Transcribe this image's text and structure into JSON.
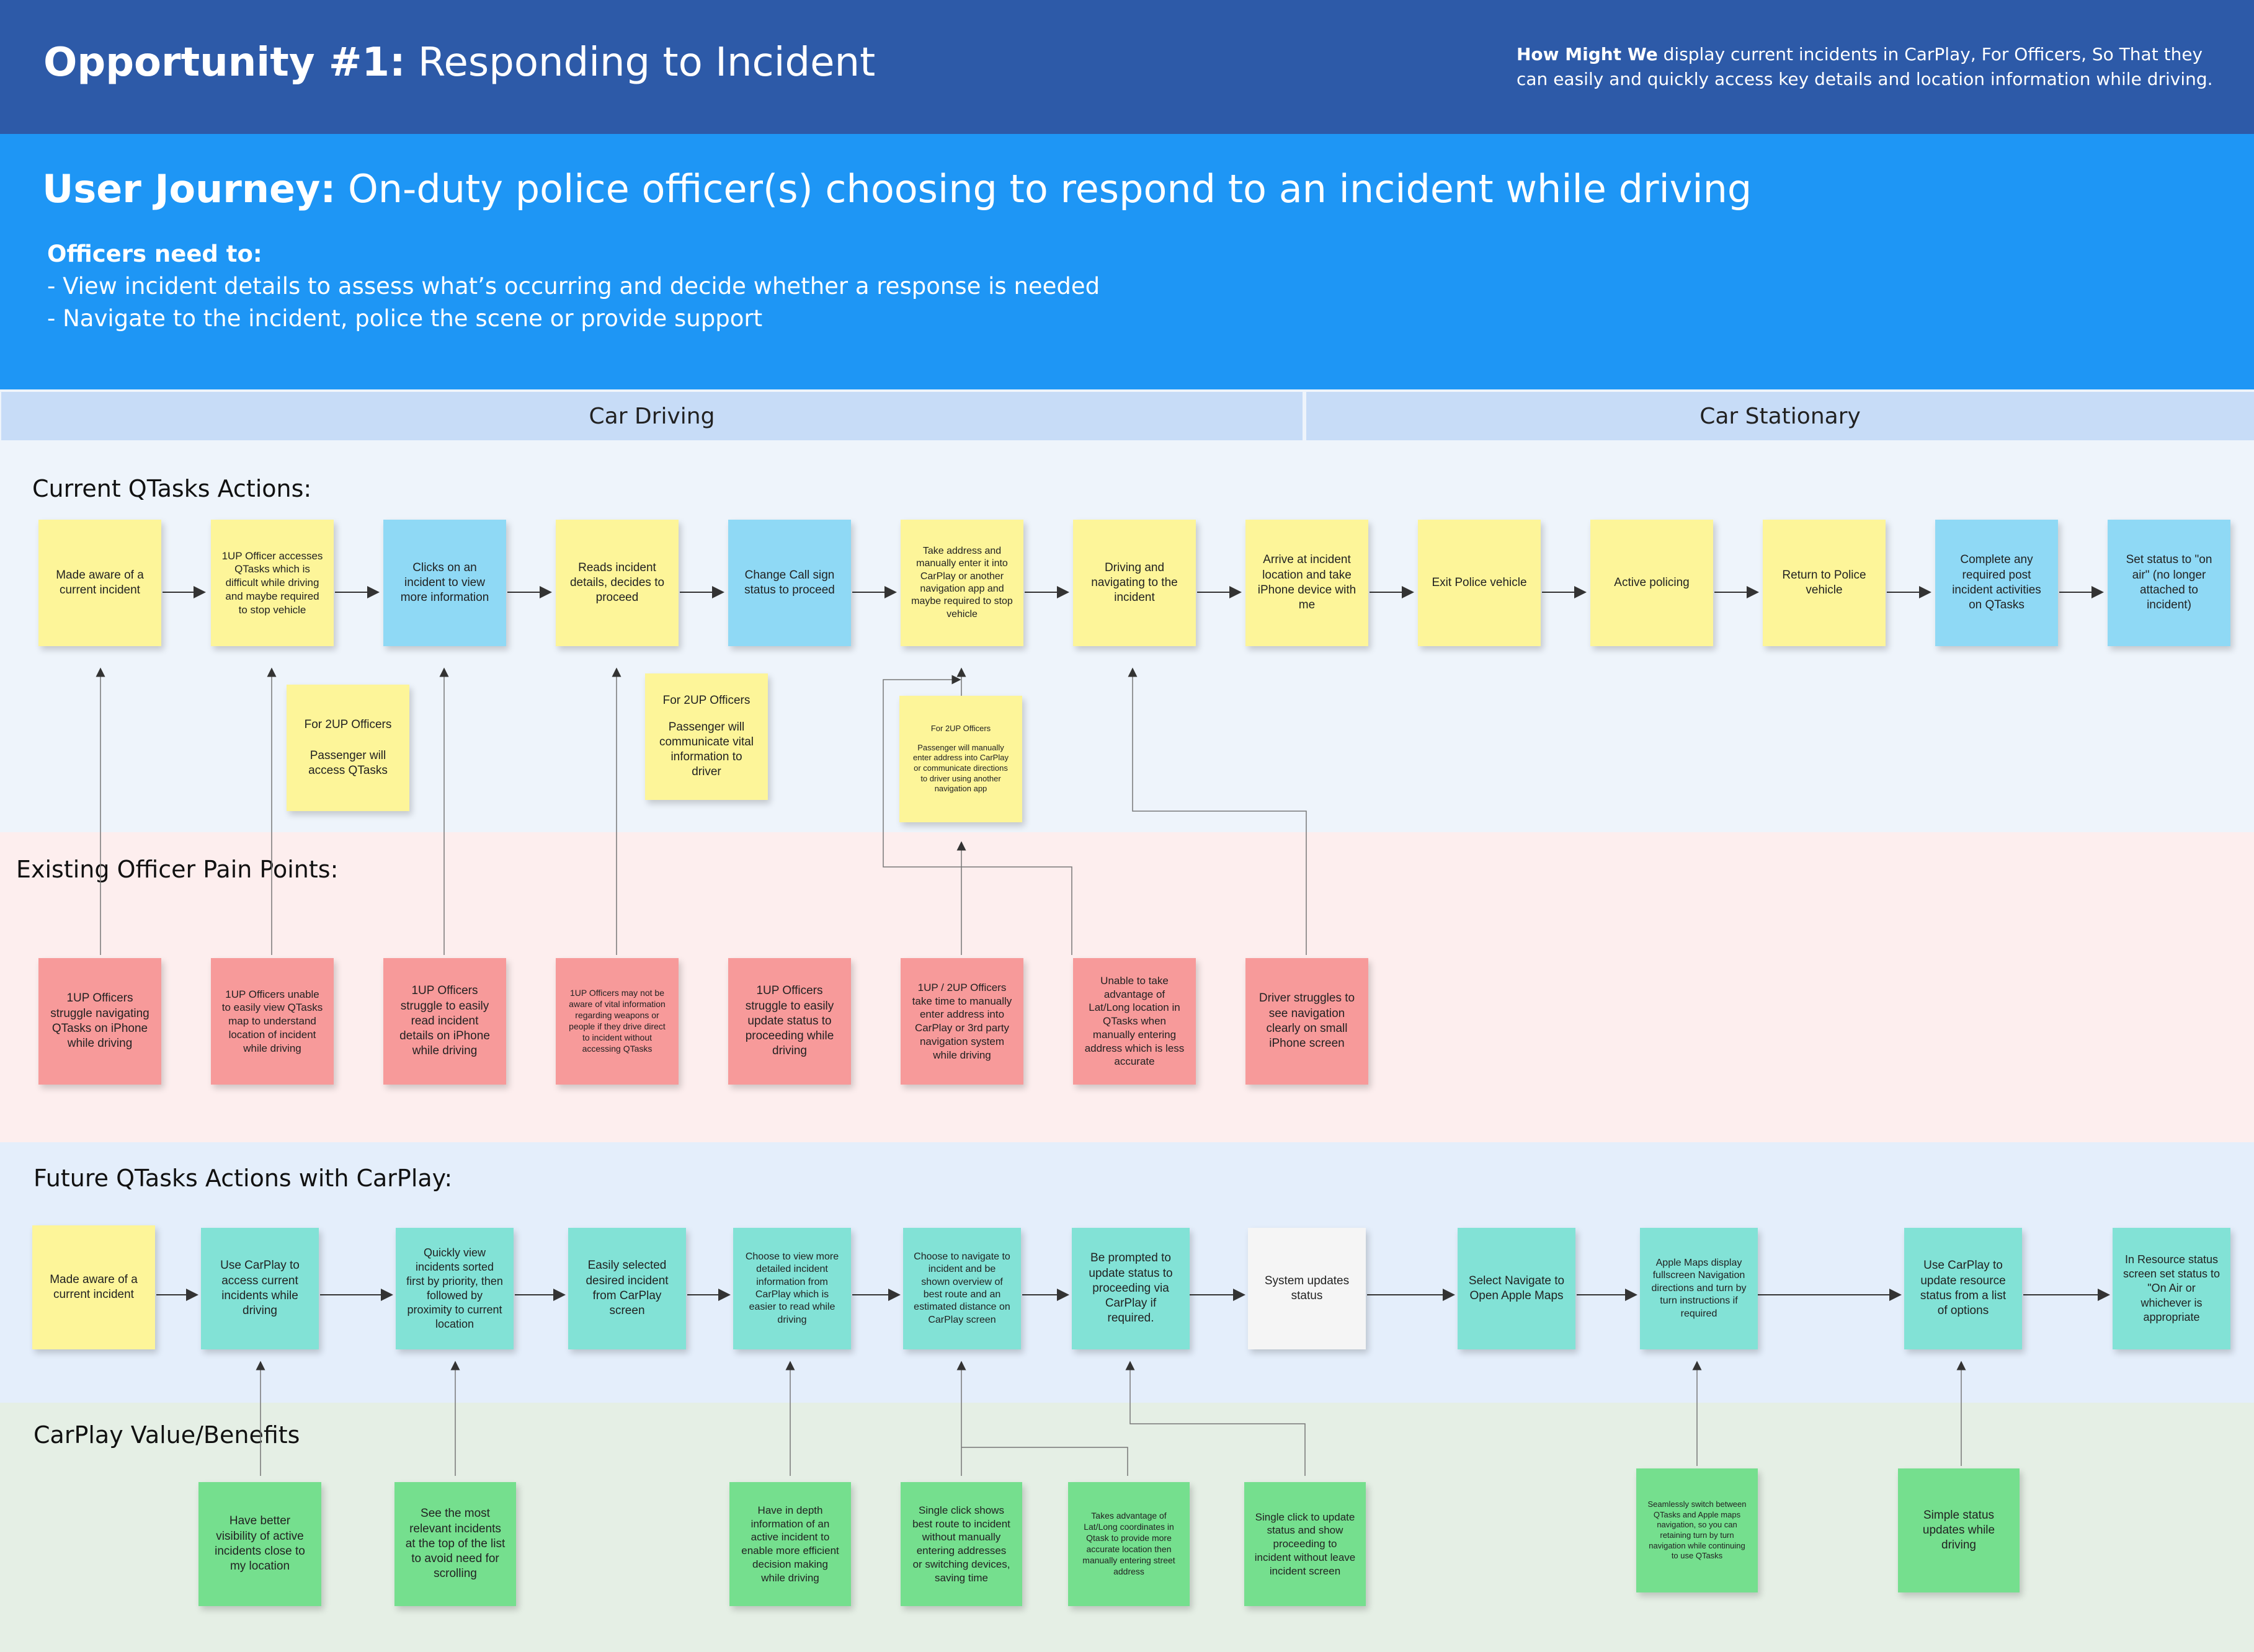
{
  "header": {
    "opportunity_bold": "Opportunity #1:",
    "opportunity_rest": " Responding to Incident",
    "hmw_bold": "How Might We",
    "hmw_rest": " display current incidents in CarPlay, For Officers, So That they can easily and quickly access key details and location information while driving."
  },
  "journey": {
    "title_bold": "User Journey:",
    "title_rest": " On-duty police officer(s) choosing to respond to an incident while driving",
    "needs_heading": "Officers need to:",
    "needs": [
      "- View incident details to assess what’s occurring and decide whether a response is needed",
      "- Navigate to the incident, police the scene or provide support"
    ]
  },
  "phases": {
    "driving": "Car Driving",
    "stationary": "Car Stationary"
  },
  "sections": {
    "current": "Current QTasks Actions:",
    "pain": "Existing Officer Pain Points:",
    "future": "Future QTasks Actions with CarPlay:",
    "benefits": "CarPlay Value/Benefits"
  },
  "current_actions": [
    "Made aware of a current incident",
    "1UP Officer accesses QTasks which is difficult while driving and maybe required to stop vehicle",
    "Clicks on an incident to view more information",
    "Reads incident details, decides to proceed",
    "Change Call sign status to proceed",
    "Take address and manually enter it into CarPlay or another navigation app and maybe required to stop vehicle",
    "Driving and navigating to the incident",
    "Arrive at incident location and take iPhone device with me",
    "Exit Police vehicle",
    "Active policing",
    "Return to Police vehicle",
    "Complete any required post incident activities on QTasks",
    "Set status to \"on air\" (no longer attached to incident)"
  ],
  "twoup_notes": [
    {
      "title": "For 2UP Officers",
      "body": "Passenger will access QTasks"
    },
    {
      "title": "For 2UP Officers",
      "body": "Passenger will communicate vital information to driver"
    },
    {
      "title": "For 2UP Officers",
      "body": "Passenger will manually enter address into CarPlay or communicate directions to driver using another navigation app"
    }
  ],
  "pain_points": [
    "1UP Officers struggle navigating QTasks on iPhone while driving",
    "1UP Officers unable to easily view QTasks map to understand location of incident while driving",
    "1UP Officers struggle to easily read incident details on iPhone while driving",
    "1UP Officers may not be aware of vital information regarding weapons or people if they drive direct to incident without accessing QTasks",
    "1UP Officers struggle to easily update status to proceeding while driving",
    "1UP / 2UP Officers take time to manually enter address into CarPlay or 3rd party navigation system while driving",
    "Unable to take advantage of Lat/Long location in QTasks when manually entering address which is less accurate",
    "Driver struggles to see navigation clearly on small iPhone screen"
  ],
  "future_actions": [
    "Made aware of a current incident",
    "Use CarPlay to access current incidents while driving",
    "Quickly view incidents sorted first by priority, then followed by proximity to current location",
    "Easily selected desired incident from CarPlay screen",
    "Choose to view more detailed incident information from CarPlay which is easier to read while driving",
    "Choose to navigate to incident and be shown overview of best route and an estimated distance on CarPlay screen",
    "Be prompted to update status to proceeding via CarPlay if required.",
    "System updates status",
    "Select Navigate to Open Apple Maps",
    "Apple Maps display fullscreen Navigation directions and turn by turn instructions if required",
    "Use CarPlay to update resource status from a list of options",
    "In Resource status screen set status to \"On Air or whichever is appropriate"
  ],
  "benefits": [
    "Have better visibility of active incidents close to my location",
    "See the most relevant incidents at the top of the list to avoid need for scrolling",
    "Have in depth information of an active incident to enable more efficient decision making while driving",
    "Single click shows best route to incident without manually entering addresses or switching devices, saving time",
    "Takes advantage of Lat/Long coordinates in Qtask to provide more accurate location then manually entering street address",
    "Single click to update status and show proceeding to incident without leave incident screen",
    "Seamlessly switch between QTasks and Apple maps navigation, so you can retaining turn by turn navigation while continuing to use QTasks",
    "Simple status updates while driving"
  ],
  "colors": {
    "header_dark": "#2d5aa8",
    "header_blue": "#1e96f5",
    "phase_bar": "#c7dcf7",
    "sticky_yellow": "#fdf599",
    "sticky_blue": "#8fd9f5",
    "sticky_red": "#f79a9a",
    "sticky_teal": "#82e2d6",
    "sticky_green": "#75df8e"
  }
}
